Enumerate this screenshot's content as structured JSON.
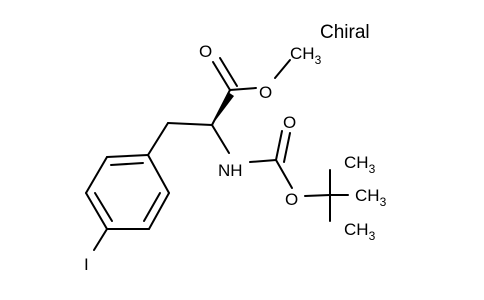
{
  "chiral_flag": "Chiral",
  "atoms": {
    "carbonyl_o": "O",
    "ester_o": "O",
    "methyl_c": "CH",
    "methyl_sub": "3",
    "nh_n": "NH",
    "boc_carbonyl_o": "O",
    "boc_ester_o": "O",
    "tbu_ch3_top_c": "CH",
    "tbu_ch3_top_sub": "3",
    "tbu_ch3_right_c": "CH",
    "tbu_ch3_right_sub": "3",
    "tbu_ch3_bottom_c": "CH",
    "tbu_ch3_bottom_sub": "3",
    "iodine": "I"
  }
}
